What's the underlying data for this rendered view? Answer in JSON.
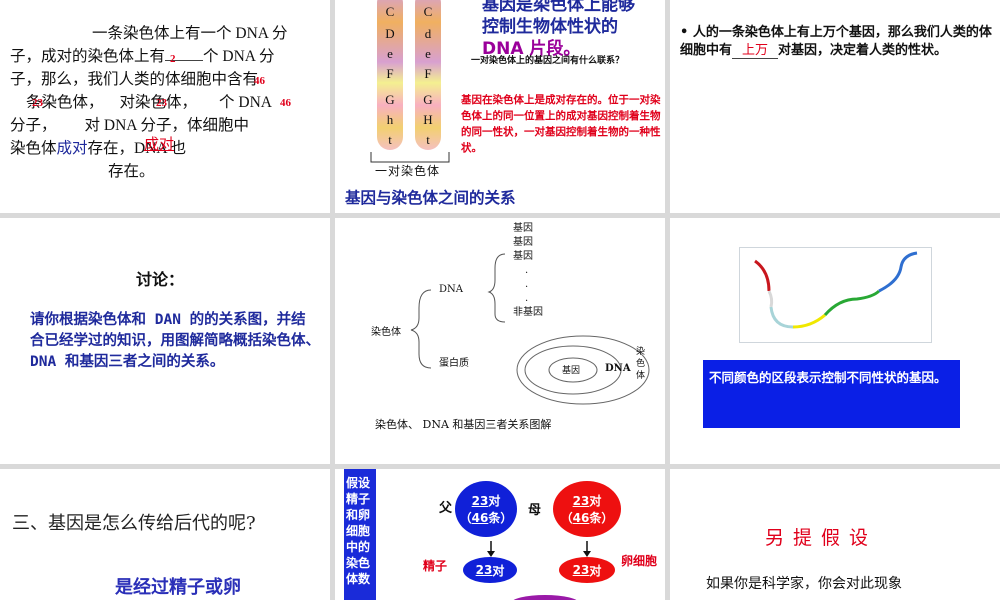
{
  "cell1": {
    "line1": "一条染色体上有一个 DNA 分",
    "line2": "子，成对的染色体上有",
    "line2b": "个 DNA 分",
    "line3": "子，那么，我们人类的体细胞中含有",
    "line4a": "条染色体，",
    "line4b": "对染色体，",
    "line4c": "个 DNA",
    "line5a": "分子，",
    "line5b": "对 DNA 分子，体细胞中",
    "line6a": "染色体",
    "line6b": "成对",
    "line6c": "存在，",
    "line6d": "DNA 也",
    "line7": "存在。",
    "answers": {
      "a1": "2",
      "a2": "46",
      "a3": "23",
      "a4": "46",
      "a5": "23",
      "a6": "成对"
    }
  },
  "cell2": {
    "title_line1": "基因是染色体上能够",
    "title_line2": "控制生物体性状的",
    "title_line3": "DNA 片段。",
    "question": "一对染色体上的基因之间有什么联系？",
    "answer": "基因在染色体上是成对存在的。位于一对染色体上的同一位置上的成对基因控制着生物的同一性状，一对基因控制着生物的一种性状。",
    "pair_label": "一对染色体",
    "footer": "基因与染色体之间的关系",
    "left_bands": [
      "C",
      "D",
      "e",
      "F",
      "G",
      "h",
      "t"
    ],
    "right_bands": [
      "C",
      "d",
      "e",
      "F",
      "G",
      "H",
      "t"
    ]
  },
  "cell3": {
    "bullet": "•",
    "text_a": "人的一条染色体上有上万个基因，那么我们人类的体细胞中有",
    "answer": "上万",
    "text_b": "对基因，决定着人类的性状。"
  },
  "cell4": {
    "title": "讨论：",
    "body": "请你根据染色体和 DAN 的的关系图，并结合已经学过的知识，用图解简略概括染色体、 DNA 和基因三者之间的关系。"
  },
  "cell5": {
    "root": "染色体",
    "dna": "DNA",
    "protein": "蛋白质",
    "genes": [
      "基因",
      "基因",
      "基因"
    ],
    "dots": [
      ".",
      ".",
      "."
    ],
    "nongene": "非基因",
    "ring_gene": "基因",
    "ring_dna": "DNA",
    "ring_chrom": "染色体",
    "caption": "染色体、 DNA 和基因三者关系图解"
  },
  "cell6": {
    "box_text": "不同颜色的区段表示控制不同性状的基因。"
  },
  "cell7": {
    "question": "三、基因是怎么传给后代的呢?",
    "answer": "是经过精子或卵"
  },
  "cell8": {
    "sidebar": "假设精子和卵细胞中的染色体数",
    "father": "父",
    "mother": "母",
    "father_pairs": "23",
    "father_unit": "对",
    "father_total": "46",
    "father_total_unit": "条",
    "mother_pairs": "23",
    "mother_unit": "对",
    "mother_total": "46",
    "mother_total_unit": "条",
    "sperm": "精子",
    "egg": "卵细胞",
    "sperm_val": "23",
    "sperm_unit": "对",
    "egg_val": "23",
    "egg_unit": "对"
  },
  "cell9": {
    "title": "另提假设",
    "body": "如果你是科学家，你会对此现象"
  },
  "colors": {
    "accent_blue": "#1a2bd9",
    "accent_red": "#e0001b",
    "purple": "#9a009a"
  }
}
